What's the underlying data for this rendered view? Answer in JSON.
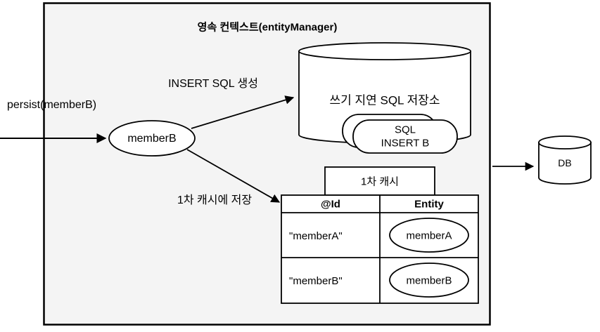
{
  "diagram": {
    "title": "영속 컨텍스트(entityManager)",
    "background_color": "#f4f4f4",
    "border_color": "#000000",
    "stroke_color": "#000000"
  },
  "incoming": {
    "call_label": "persist(memberB)"
  },
  "entity_node": {
    "label": "memberB"
  },
  "edges": {
    "insert_sql_label": "INSERT SQL 생성",
    "first_cache_label": "1차 캐시에 저장"
  },
  "write_behind_store": {
    "title": "쓰기 지연 SQL 저장소",
    "queued_sql": [
      {
        "label": ""
      },
      {
        "label": "SQL\nINSERT B"
      }
    ]
  },
  "first_level_cache": {
    "caption": "1차 캐시",
    "columns": [
      "@Id",
      "Entity"
    ],
    "rows": [
      {
        "id": "\"memberA\"",
        "entity": "memberA"
      },
      {
        "id": "\"memberB\"",
        "entity": "memberB"
      }
    ]
  },
  "database": {
    "label": "DB"
  }
}
